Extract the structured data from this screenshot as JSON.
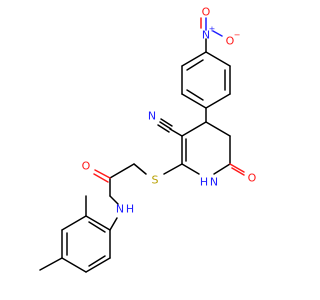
{
  "colors": {
    "carbon": "#000000",
    "nitrogen": "#1f1fff",
    "oxygen": "#ff1a1a",
    "sulfur": "#b8a000",
    "background": "#ffffff"
  },
  "atoms": {
    "nitro_n": "N",
    "nitro_n_charge": "+",
    "nitro_o_top": "O",
    "nitro_o_right": "O",
    "nitro_o_right_charge": "−",
    "nitrile_n": "N",
    "ring_o": "O",
    "ring_nh": "H",
    "ring_nh_n": "N",
    "sulfur": "S",
    "amide_o": "O",
    "amide_n": "N",
    "amide_nh": "H"
  }
}
